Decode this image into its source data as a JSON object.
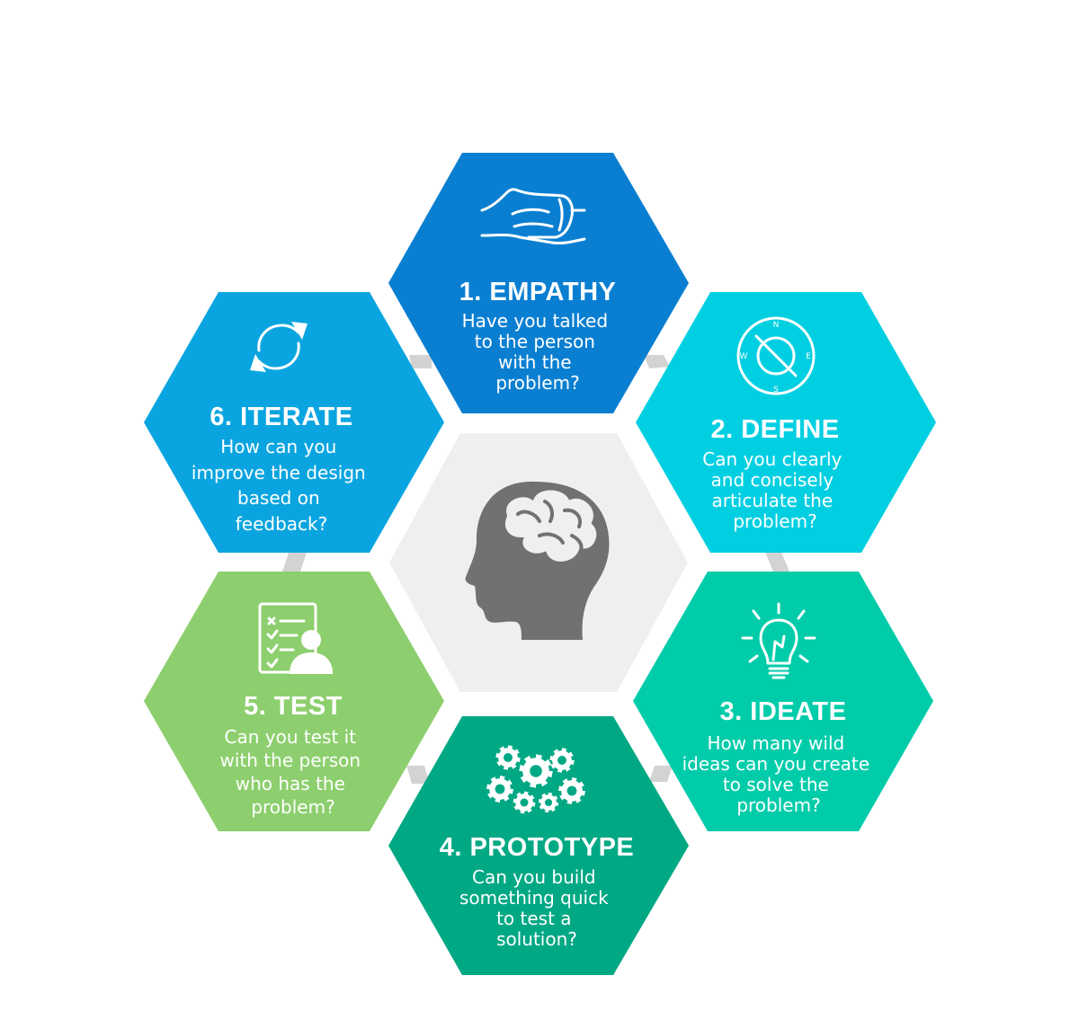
{
  "colors": {
    "connector": "#d3d3d3",
    "center_fill": "#efefef",
    "center_icon": "#707173",
    "text": "#ffffff"
  },
  "center": {
    "icon": "head-brain-icon"
  },
  "steps": [
    {
      "title": "1. EMPATHY",
      "lines": [
        "Have you talked",
        "to the person",
        "with the",
        "problem?"
      ],
      "color": "#0a7fd1",
      "icon": "hand-icon"
    },
    {
      "title": "2. DEFINE",
      "lines": [
        "Can you clearly",
        "and concisely",
        "articulate the",
        "problem?"
      ],
      "color": "#00cfe2",
      "icon": "compass-icon"
    },
    {
      "title": "3. IDEATE",
      "lines": [
        "How many wild",
        "ideas can you create",
        "to solve the",
        "problem?"
      ],
      "color": "#00ccaa",
      "icon": "lightbulb-icon"
    },
    {
      "title": "4. PROTOTYPE",
      "lines": [
        "Can you build",
        "something quick",
        "to test a",
        "solution?"
      ],
      "color": "#00a884",
      "icon": "gears-icon"
    },
    {
      "title": "5. TEST",
      "lines": [
        "Can you test it",
        "with the person",
        "who has the",
        "problem?"
      ],
      "color": "#8dcf6e",
      "icon": "checklist-person-icon"
    },
    {
      "title": "6. ITERATE",
      "lines": [
        "How can you",
        "improve the design",
        "based on",
        "feedback?"
      ],
      "color": "#0aa5e0",
      "icon": "cycle-arrows-icon"
    }
  ]
}
